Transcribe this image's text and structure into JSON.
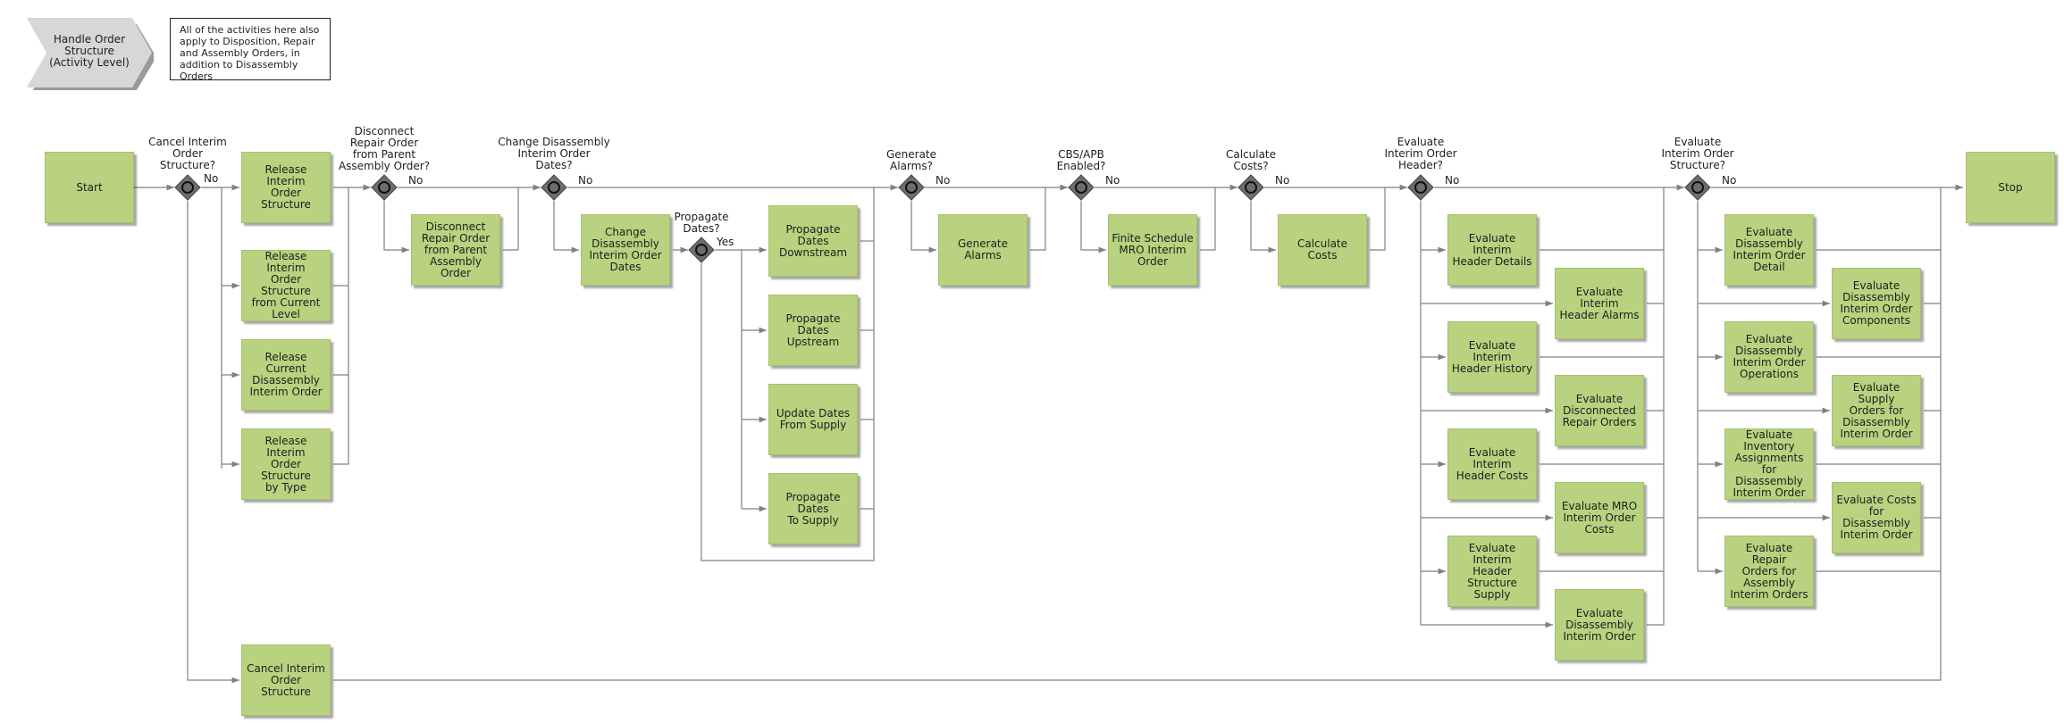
{
  "header": {
    "title": "Handle Order\nStructure\n(Activity Level)",
    "note": "All of the activities here also apply to Disposition, Repair and Assembly Orders, in addition to Disassembly Orders"
  },
  "colors": {
    "activity_fill": "#b9d27f",
    "gateway_fill": "#6d6d6d",
    "line": "#808080"
  },
  "start": "Start",
  "stop": "Stop",
  "gateways": {
    "cancel": "Cancel Interim\nOrder\nStructure?",
    "disconnect": "Disconnect\nRepair Order\nfrom Parent\nAssembly Order?",
    "change_dates": "Change Disassembly\nInterim Order\nDates?",
    "propagate": "Propagate\nDates?",
    "alarms": "Generate\nAlarms?",
    "cbs": "CBS/APB\nEnabled?",
    "costs": "Calculate\nCosts?",
    "header": "Evaluate\nInterim Order\nHeader?",
    "structure": "Evaluate\nInterim Order\nStructure?"
  },
  "edge_labels": {
    "no": "No",
    "yes": "Yes"
  },
  "activities": {
    "release_structure": "Release Interim\nOrder Structure",
    "release_current_level": "Release Interim\nOrder Structure\nfrom Current\nLevel",
    "release_current_disassembly": "Release Current\nDisassembly\nInterim Order",
    "release_by_type": "Release Interim\nOrder Structure\nby Type",
    "cancel_structure": "Cancel Interim\nOrder Structure",
    "disconnect_repair": "Disconnect\nRepair Order\nfrom Parent\nAssembly Order",
    "change_dates": "Change\nDisassembly\nInterim Order\nDates",
    "prop_downstream": "Propagate Dates\nDownstream",
    "prop_upstream": "Propagate Dates\nUpstream",
    "update_from_supply": "Update Dates\nFrom Supply",
    "prop_to_supply": "Propagate Dates\nTo Supply",
    "generate_alarms": "Generate\nAlarms",
    "finite_schedule": "Finite Schedule\nMRO Interim\nOrder",
    "calculate_costs": "Calculate Costs",
    "h_details": "Evaluate Interim\nHeader Details",
    "h_alarms": "Evaluate Interim\nHeader Alarms",
    "h_history": "Evaluate Interim\nHeader History",
    "h_disconnected": "Evaluate\nDisconnected\nRepair Orders",
    "h_costs": "Evaluate Interim\nHeader Costs",
    "h_mro_costs": "Evaluate MRO\nInterim Order\nCosts",
    "h_structure_supply": "Evaluate Interim\nHeader\nStructure Supply",
    "h_disassembly": "Evaluate\nDisassembly\nInterim Order",
    "s_detail": "Evaluate\nDisassembly\nInterim Order\nDetail",
    "s_components": "Evaluate\nDisassembly\nInterim Order\nComponents",
    "s_operations": "Evaluate\nDisassembly\nInterim Order\nOperations",
    "s_supply": "Evaluate Supply\nOrders for\nDisassembly\nInterim Order",
    "s_inventory": "Evaluate\nInventory\nAssignments for\nDisassembly\nInterim Order",
    "s_costs": "Evaluate Costs\nfor Disassembly\nInterim Order",
    "s_repair": "Evaluate Repair\nOrders for\nAssembly\nInterim Orders"
  }
}
